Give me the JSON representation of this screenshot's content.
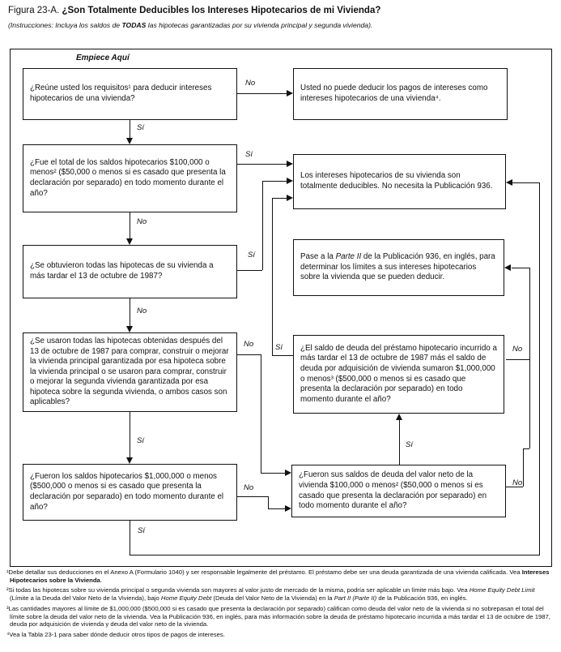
{
  "title": {
    "prefix": "Figura 23-A.",
    "main": "¿Son Totalmente Deducibles los Intereses Hipotecarios de mi Vivienda?"
  },
  "subtitle_runs": [
    {
      "t": "(Instrucciones: Incluya los saldos de ",
      "i": true
    },
    {
      "t": "TODAS",
      "i": true,
      "b": true
    },
    {
      "t": " las hipotecas garantizadas por su vivienda principal y segunda vivienda).",
      "i": true
    }
  ],
  "start_label": "Empiece Aquí",
  "labels": {
    "yes": "Sí",
    "no": "No"
  },
  "boxes": {
    "q1": "¿Reúne usted los requisitos¹ para deducir intereses hipotecarios de una vivienda?",
    "r1": "Usted no puede deducir los pagos de intereses como intereses hipotecarios de una vivienda⁴.",
    "q2": "¿Fue el total de los saldos hipotecarios $100,000 o menos² ($50,000 o menos si es casado que presenta la declaración por separado) en todo momento durante el año?",
    "r2": "Los intereses hipotecarios de su vivienda son totalmente deducibles. No necesita la Publicación 936.",
    "q3": "¿Se obtuvieron todas las hipotecas de su vivienda a más tardar el 13 de octubre de 1987?",
    "r3_runs": [
      {
        "t": "Pase a la "
      },
      {
        "t": "Parte II",
        "i": true
      },
      {
        "t": " de la Publicación 936, en inglés, para determinar los límites a sus intereses hipotecarios sobre la vivienda que se pueden deducir."
      }
    ],
    "q4": "¿Se usaron todas las hipotecas obtenidas después del 13 de octubre de 1987 para comprar, construir o mejorar la vivienda principal garantizada por esa hipoteca sobre la vivienda principal o se usaron para comprar, construir o mejorar la segunda vivienda garantizada por esa hipoteca sobre la segunda vivienda, o ambos casos son aplicables?",
    "r4": "¿El saldo de deuda del préstamo hipotecario incurrido a más tardar el 13 de octubre de 1987 más el saldo de deuda por adquisición de vivienda sumaron $1,000,000 o menos³ ($500,000 o menos si es casado que presenta la declaración por separado) en todo momento durante el año?",
    "q5": "¿Fueron los saldos hipotecarios $1,000,000 o menos ($500,000 o menos si es casado que presenta la declaración por separado) en todo momento durante el año?",
    "r5": "¿Fueron sus saldos de deuda del valor neto de la vivienda $100,000 o menos² ($50,000 o menos si es casado que presenta la declaración por separado) en todo momento durante el año?"
  },
  "footnotes": [
    [
      {
        "t": "¹Debe detallar sus deducciones en el Anexo A (Formulario 1040) y ser responsable legalmente del préstamo. El préstamo debe ser una deuda garantizada de una vivienda calificada. Vea "
      },
      {
        "t": "Intereses Hipotecarios sobre la Vivienda",
        "b": true
      },
      {
        "t": "."
      }
    ],
    [
      {
        "t": "²Si todas las hipotecas sobre su vivienda principal o segunda vivienda son mayores al valor justo de mercado de la misma, podría ser aplicable un límite más bajo. Vea "
      },
      {
        "t": "Home Equity Debt Limit",
        "i": true
      },
      {
        "t": " (Límite a la Deuda del Valor Neto de la Vivienda), bajo "
      },
      {
        "t": "Home Equity Debt",
        "i": true
      },
      {
        "t": " (Deuda del Valor Neto de la Vivienda) en la "
      },
      {
        "t": "Part II (Parte II)",
        "i": true
      },
      {
        "t": " de la Publicación 936, en inglés."
      }
    ],
    [
      {
        "t": "³Las cantidades mayores al límite de $1,000,000 ($500,000 si es casado que presenta la declaración por separado) califican como deuda del valor neto de la vivienda si no sobrepasan el total del límite sobre la deuda del valor neto de la vivienda. Vea la Publicación 936, en inglés, para más información sobre la deuda de préstamo hipotecario incurrida a más tardar el 13 de octubre de 1987, deuda por adquisición de vivienda y deuda del valor neto de la vivienda."
      }
    ],
    [
      {
        "t": "⁴Vea la Tabla 23-1 para saber dónde deducir otros tipos de pagos de intereses."
      }
    ]
  ],
  "colors": {
    "line": "#111111",
    "background": "#ffffff"
  }
}
